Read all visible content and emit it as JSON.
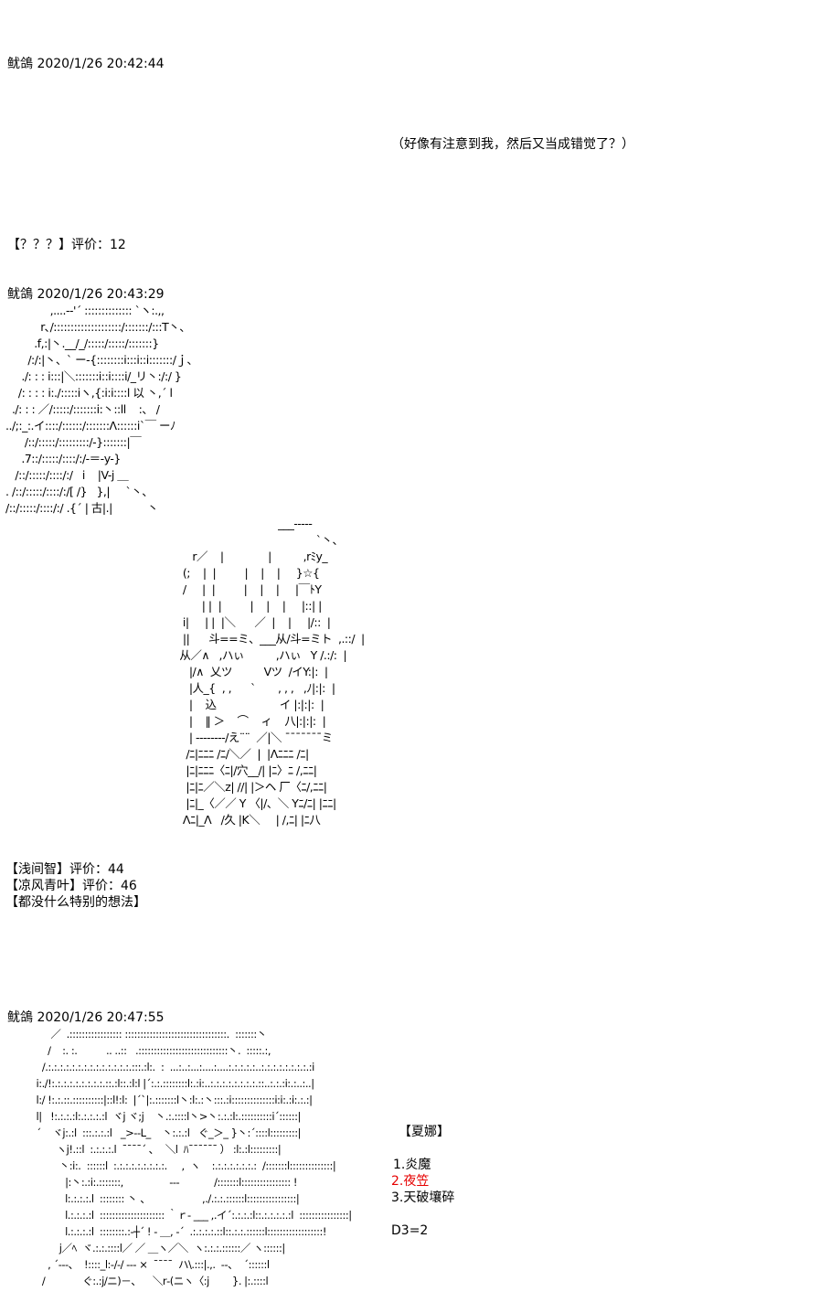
{
  "posts": [
    {
      "header": "鱿鴿 2020/1/26 20:42:44",
      "thought": "（好像有注意到我，然后又当成错觉了？）",
      "rating": "【？？？】评价：12"
    },
    {
      "header": "鱿鴿 2020/1/26 20:43:29",
      "art_left": "              ,....-‐'´ :::::::::::::: `ヽ:.,,\n           r､/::::::::::::::::::::/:::::::/:::T丶、\n         .f,:|丶.__/_/:::::/:::::/:::::::}\n       /:/:|丶、` ー-{::::::::i:::i::i:::::::/ｊ、\n     ./: : : i:::|＼:::::::i::i::::i/_リ丶:/:/ }\n    /: : : : i:./:::::iヽ,{:i:i::::l 以 丶,´ l\n  ./: : : ／/:::::/:::::::i:丶::ll    :、 /\n../;:_:.イ::::/::::::/:::::::Λ::::::i`￣ ーﾉ\n      /::/:::::/:::::::::/-}:::::::|￣\n     .7::/:::::/::::/:/-＝-y-}\n   /::/:::::/::::/:/   i    |V-j ＿\n. /::/:::::/::::/:/[ /}   },|     `丶、\n/::/:::::/::::/:/ .{´ | 古|.|           丶",
      "art_right": "                                  ___-‐-‐-\n                                              `丶、\n       r／    |              |          ,rﾐy_\n    (;    |  |         |    |    |     }☆{\n    /     |  |         |    |    |     |￣ﾄY\n          | |  |         |    |    |     |::| |\n    i|     | |  |＼      ／  |    |     |/::  |\n    ||      斗==ミ、___从/斗=ミト  ,.::/  |\n   从／∧   ,ハぃ          ,ハぃ   Y /.:/:  |\n      |/∧  乂ツ          Vツ  /イY:|:  |\n      |人_{  , ,      `       , , ,   ,ﾉ|:|:  |\n      |    込                    イ |:|:|:  |\n      |    ‖ ＞    ⌒    ィ    八|:|:|:  |\n      | --------/え¨¨  ／|＼ ¯¯¯¯¯¯¯ミ\n     /ﾆ|ﾆﾆﾆ /ﾆ/＼／  |  |Λﾆﾆﾆ /ﾆ|\n     |ﾆ|ﾆﾆﾆ〈ﾆ|/穴__/| |ﾆ〉ﾆ /,ﾆﾆ|\n     |ﾆ|ﾆ／＼z| //| |＞ヘ 厂〈ﾆ/,ﾆﾆ|\n     |ﾆ|_〈／／ Y 〈|/、＼ Yﾆ/ﾆ| |ﾆﾆ|\n    Λﾆ|_Λ   /久 |K＼     | /,ﾆ| |ﾆ八"
    },
    {
      "ratings": [
        "【浅间智】评价：44",
        "【凉风青叶】评价：46",
        "【都没什么特别的想法】"
      ]
    },
    {
      "header": "鱿鴿 2020/1/26 20:47:55",
      "art": "               ／  .::::::::::::::::: :::::::::::::::::::::::::::::::::.  :::::::丶\n              /    :. :.          .. ..::   .:::::::::::::::::::::::::::::丶.  :::::.:,\n            /.:.:.:.:.:.:.:.:.:.:.:.:.:.:.:::.:l:.  :  ...:..:...:....:....:.:.:.:.:..:.:.:.:.:.:.:.:.:i\n          i:./!:.:.:.:.:.:.:.:.:.::.:l::.:l:l |´:.:.::::::::l:.:i:..:.:.:.:.:.:.:.:.::..:.:.:i:.:..:..|\n          l:/ !:.:.::.::::::::::|::l!:l:  |´`|:.:::::::l丶:l:.:丶:::.:i::::::::::::::i:i:.:i:.:.:|\n          l|   !:.:.:.:l:.:.:.:.:l  ヾj ヾ;j    丶.:.::::l丶>丶:.:.:l:.::::::::::i´::::::|\n          ´    ヾj:.:l  :::.:.:.:l   _>‐-L_    丶:.:.:l   ぐ_＞_ }丶:´::::l:::::::::|\n                 ヽj!.::l  :.:.:.:.l  ¯¯¯¯´ ､    ＼l  ﾊ¯¯¯¯¯¯ ） :l:.:l:::::::::|\n                  丶:i:.  ::::::l  :.:.:.:.:.:.:.:.:.     ,  ヽ    :.:.:.:.:.:.:.:  /:::::::l::::::::::::::|\n                    |:丶:.:i:.:::::::,                ‐‐‐            /:::::::l:::::::::::::::: !\n                    l:.:.:.:.l  :::::::: 丶 、                  ,./.:.:.::::::l::::::::::::::::|\n                    l.:.:.:.:l  ::::::::::::::::::::: ｀ｒ‐ ___ ,.イ´:.:.:.:l::.:.:.:.:.:l  ::::::::::::::::|\n                    l.:.:.:.:l  ::::::::.:‐┼´ ! ‐ ＿, ‐´  .:.:.:.:.::l::.:.:.::::::l::::::::::::::::::!\n                  j／ﾍ  ヾ.:.:.::::l／ ／ ＿ヽ／＼  ヽ:.:.:.::::::／ ヽ::::::|\n              , ´‐‐‐、  !::::_l:-/‐/ ‐‐‐ ×  ¯¯¯¯  ハ\\.:::|.,.  ‐‐、  ´::::::l\n            /             ぐ:.:j/ニ)－、    ＼r‐(ニヽ〈:j        }. |:.::::l",
      "panel": {
        "title": "【夏娜】",
        "options": [
          "1.炎魔",
          "2.夜笠",
          "3.天破壤碎"
        ],
        "roll": "D3=2",
        "highlight_color": "#e60000"
      }
    }
  ]
}
